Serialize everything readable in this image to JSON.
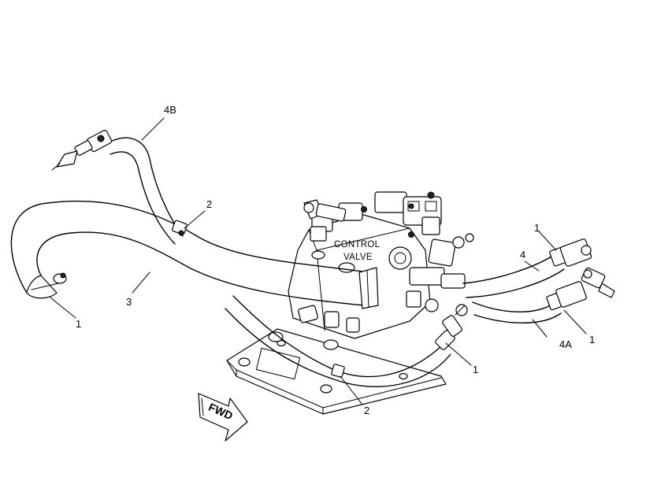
{
  "diagram": {
    "valve_label_line1": "CONTROL",
    "valve_label_line2": "VALVE",
    "direction_label": "FWD",
    "callouts": {
      "hose_4b": "4B",
      "clamp_top": "2",
      "hose_3": "3",
      "clamp_left": "1",
      "clamp_right_top": "1",
      "hose_4": "4",
      "clamp_right_bottom": "1",
      "hose_4a": "4A",
      "clamp_center": "1",
      "clamp_bottom": "2"
    }
  }
}
